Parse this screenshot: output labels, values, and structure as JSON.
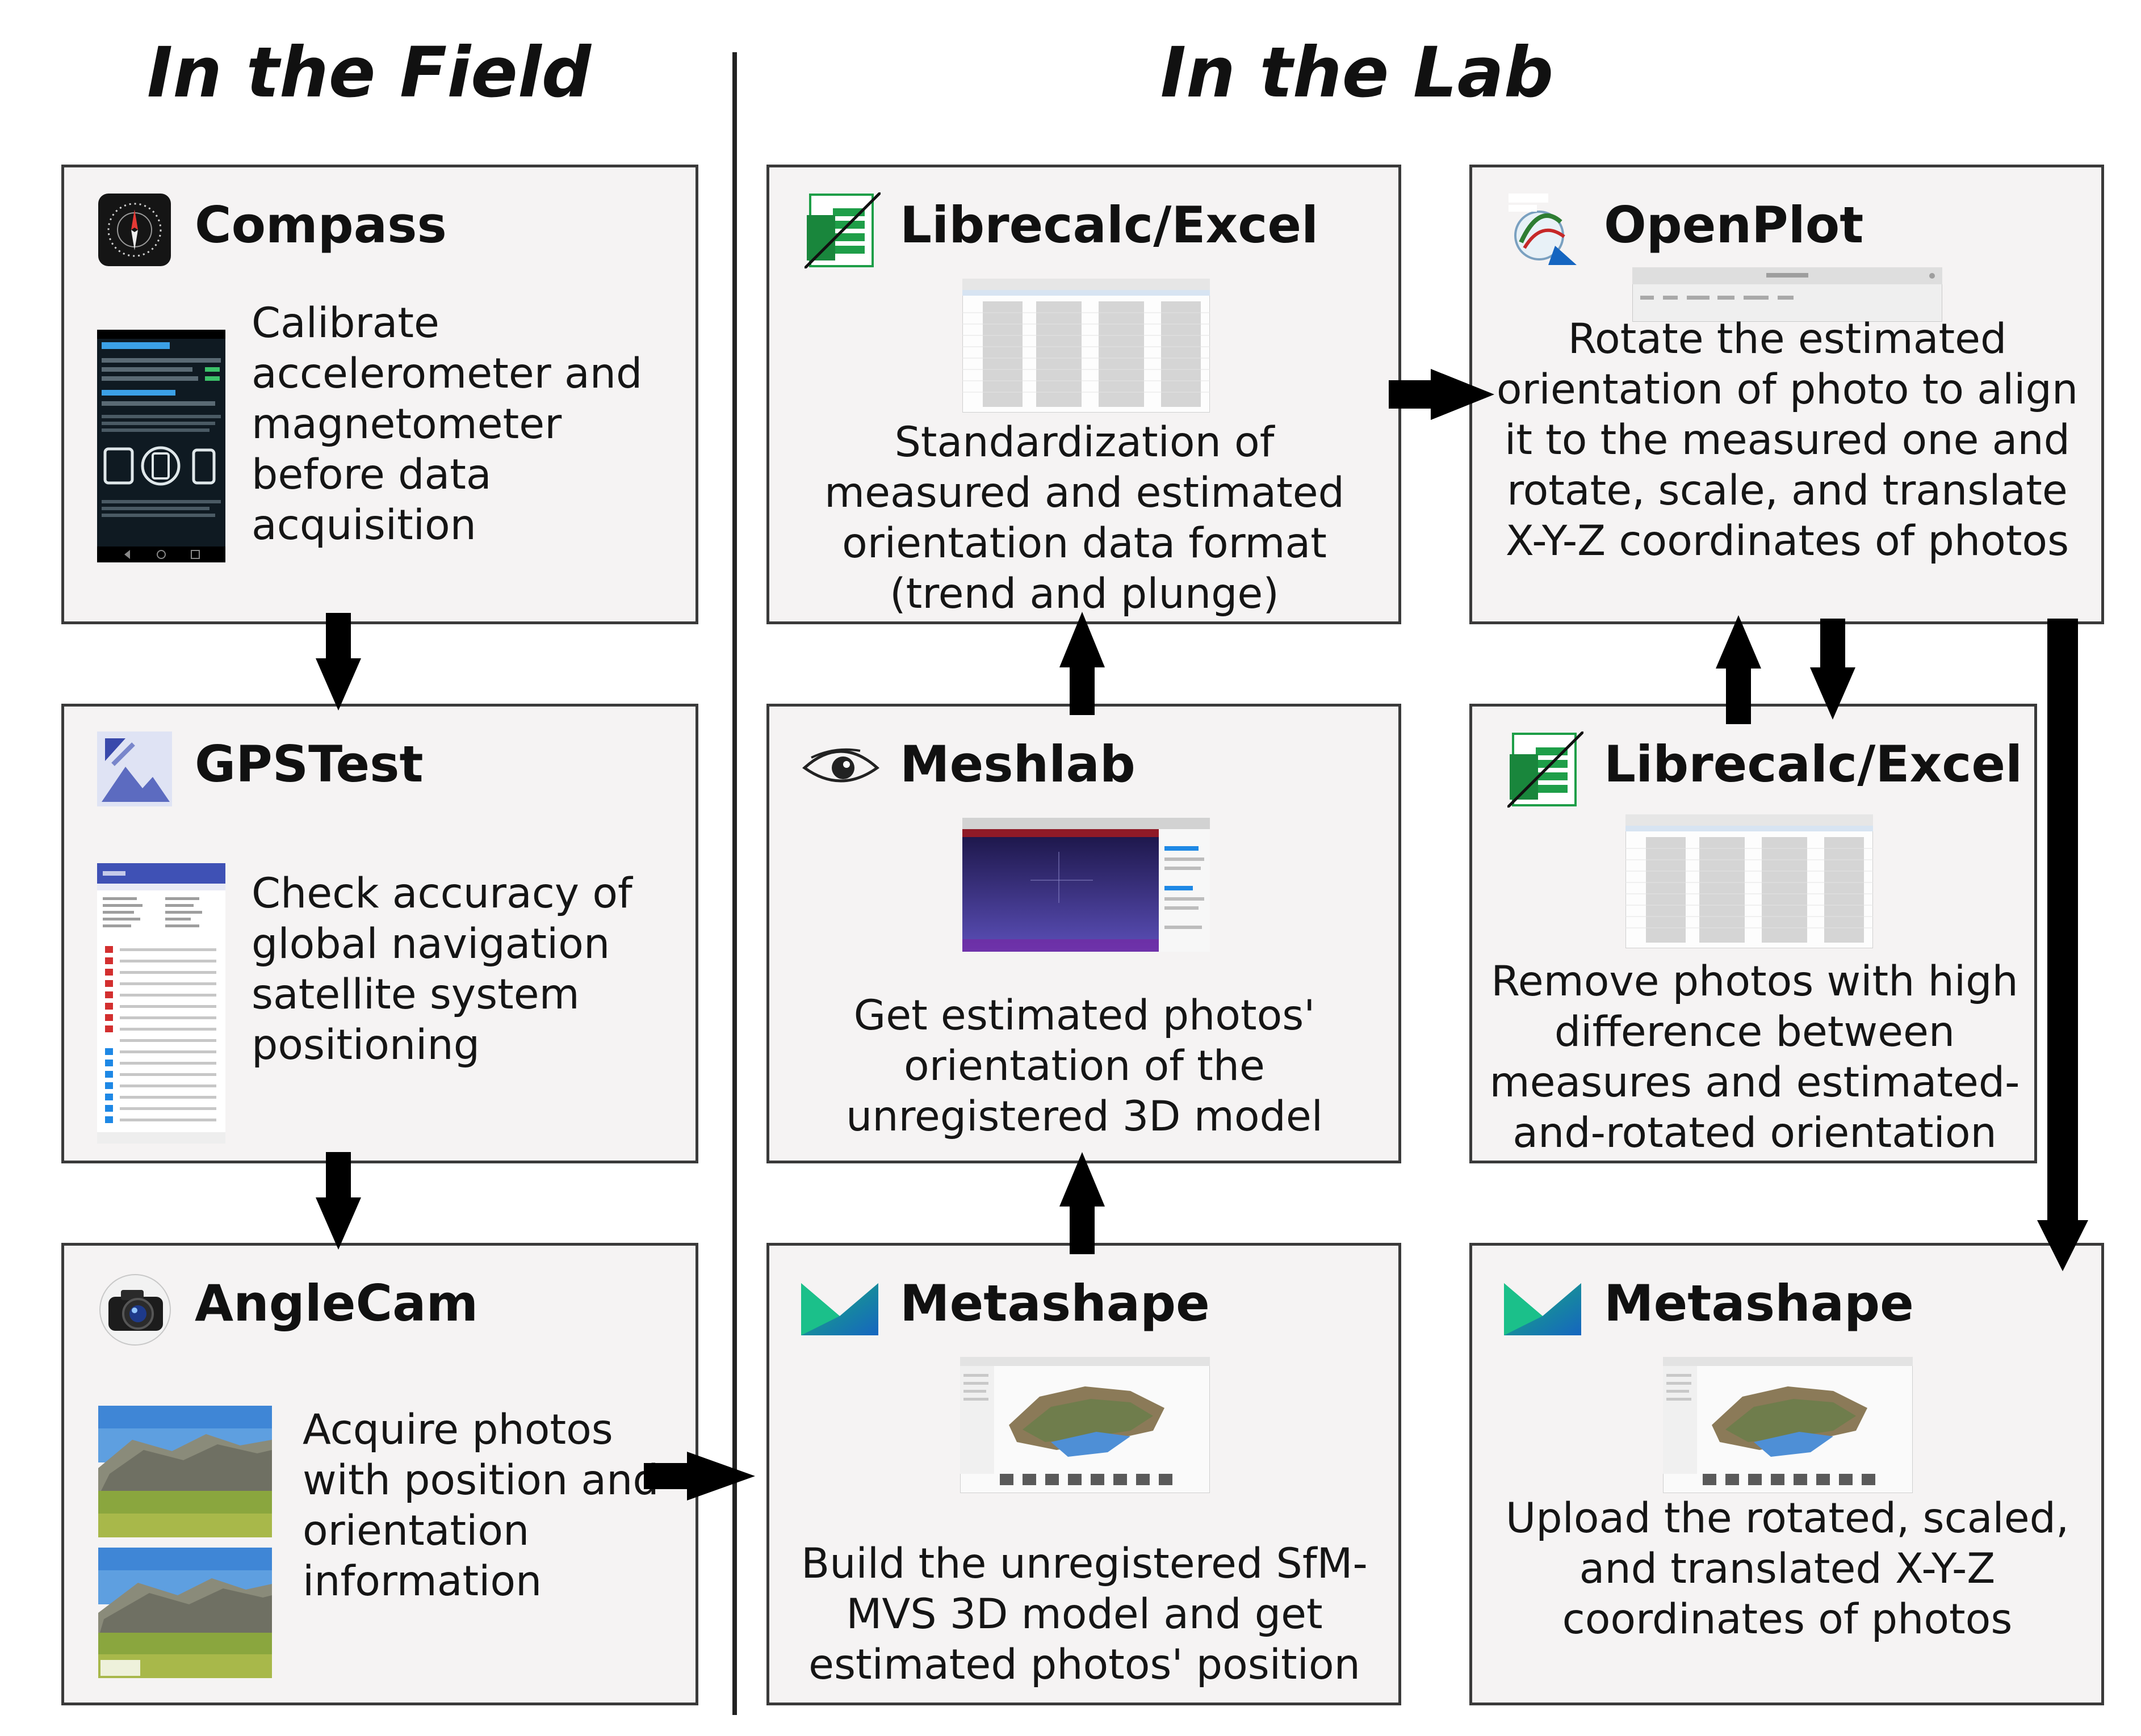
{
  "headings": {
    "field": "In the Field",
    "lab": "In the Lab"
  },
  "boxes": {
    "compass": {
      "title": "Compass",
      "description": "Calibrate accelerometer and magnetometer before data acquisition",
      "icon": "compass-icon"
    },
    "gpstest": {
      "title": "GPSTest",
      "description": "Check accuracy of global navigation satellite system positioning",
      "icon": "gps-icon"
    },
    "anglecam": {
      "title": "AngleCam",
      "description": "Acquire photos with position and orientation information",
      "icon": "camera-icon"
    },
    "librecalc_top": {
      "title": "Librecalc/Excel",
      "description": "Standardization of measured and estimated orientation data format (trend and plunge)",
      "icon": "spreadsheet-icon"
    },
    "meshlab": {
      "title": "Meshlab",
      "description": "Get estimated photos' orientation of the unregistered 3D model",
      "icon": "eye-icon"
    },
    "metashape_mid": {
      "title": "Metashape",
      "description": "Build the unregistered SfM-MVS 3D model and get estimated photos' position",
      "icon": "metashape-icon"
    },
    "openplot": {
      "title": "OpenPlot",
      "description": "Rotate the estimated orientation of photo to align it to the measured one and rotate, scale, and translate X-Y-Z coordinates of photos",
      "icon": "openplot-icon"
    },
    "librecalc_right": {
      "title": "Librecalc/Excel",
      "description": "Remove photos with high difference between measures and estimated-and-rotated orientation",
      "icon": "spreadsheet-icon"
    },
    "metashape_right": {
      "title": "Metashape",
      "description": "Upload the rotated, scaled, and translated X-Y-Z coordinates of photos",
      "icon": "metashape-icon"
    }
  },
  "colors": {
    "box_fill": "#f5f3f3",
    "box_border": "#3a3a3a",
    "arrow": "#000000",
    "spreadsheet_green": "#1e9e48",
    "metashape_blue": "#1565c0",
    "metashape_green": "#19b07a",
    "gps_blue": "#3f51b5",
    "meshlab_purple": "#4b3aa0"
  }
}
